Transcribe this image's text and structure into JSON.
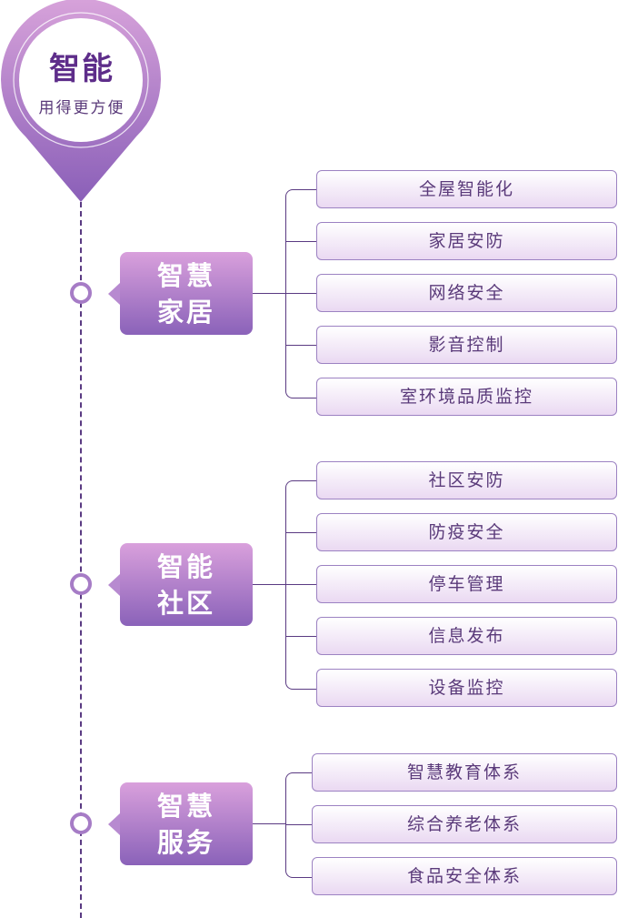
{
  "header": {
    "title": "智能",
    "subtitle": "用得更方便"
  },
  "sections": [
    {
      "category": [
        "智慧",
        "家居"
      ],
      "items": [
        "全屋智能化",
        "家居安防",
        "网络安全",
        "影音控制",
        "室环境品质监控"
      ]
    },
    {
      "category": [
        "智能",
        "社区"
      ],
      "items": [
        "社区安防",
        "防疫安全",
        "停车管理",
        "信息发布",
        "设备监控"
      ]
    },
    {
      "category": [
        "智慧",
        "服务"
      ],
      "items": [
        "智慧教育体系",
        "综合养老体系",
        "食品安全体系"
      ]
    }
  ]
}
